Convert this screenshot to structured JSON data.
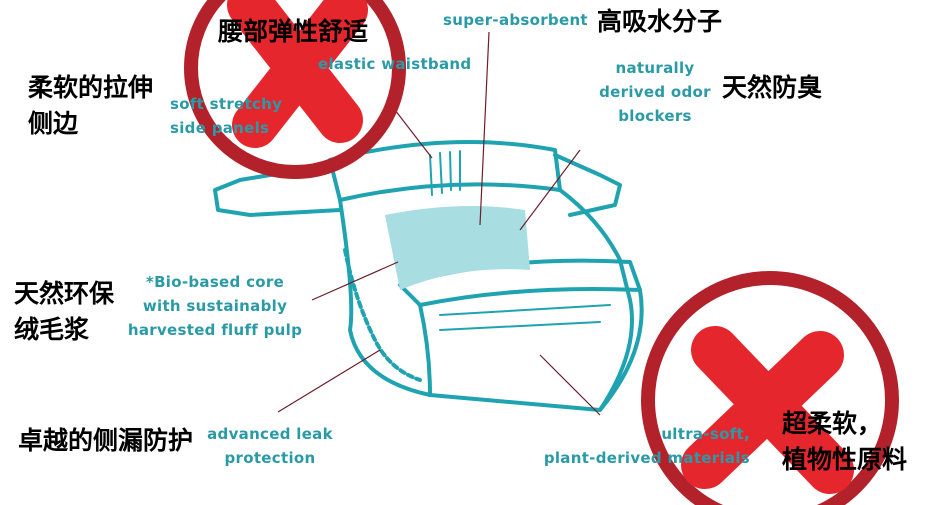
{
  "colors": {
    "diaper_line": "#1fa3b0",
    "core_fill": "#a8dde2",
    "ring": "#b3222a",
    "cross": "#e6262d",
    "english_text": "#2a9aa6"
  },
  "english_labels": {
    "super_absorbent": "super-absorbent",
    "waistband": "elastic waistband",
    "side_panels": [
      "soft stretchy",
      "side panels"
    ],
    "odor": [
      "naturally",
      "derived odor",
      "blockers"
    ],
    "core": [
      "*Bio-based core",
      "with sustainably",
      "harvested fluff pulp"
    ],
    "leak": [
      "advanced leak",
      "protection"
    ],
    "materials": [
      "ultra-soft,",
      "plant-derived materials"
    ]
  },
  "chinese_labels": {
    "waistband": "腰部弹性舒适",
    "side_panels": [
      "柔软的拉伸",
      "侧边"
    ],
    "super_absorbent": "高吸水分子",
    "odor": "天然防臭",
    "core": [
      "天然环保",
      "绒毛浆"
    ],
    "leak": "卓越的侧漏防护",
    "materials": [
      "超柔软，",
      "植物性原料"
    ]
  },
  "overlays": [
    {
      "icon": "red-cross-prohibited-icon",
      "covers": "waistband"
    },
    {
      "icon": "red-cross-prohibited-icon",
      "covers": "materials"
    }
  ]
}
